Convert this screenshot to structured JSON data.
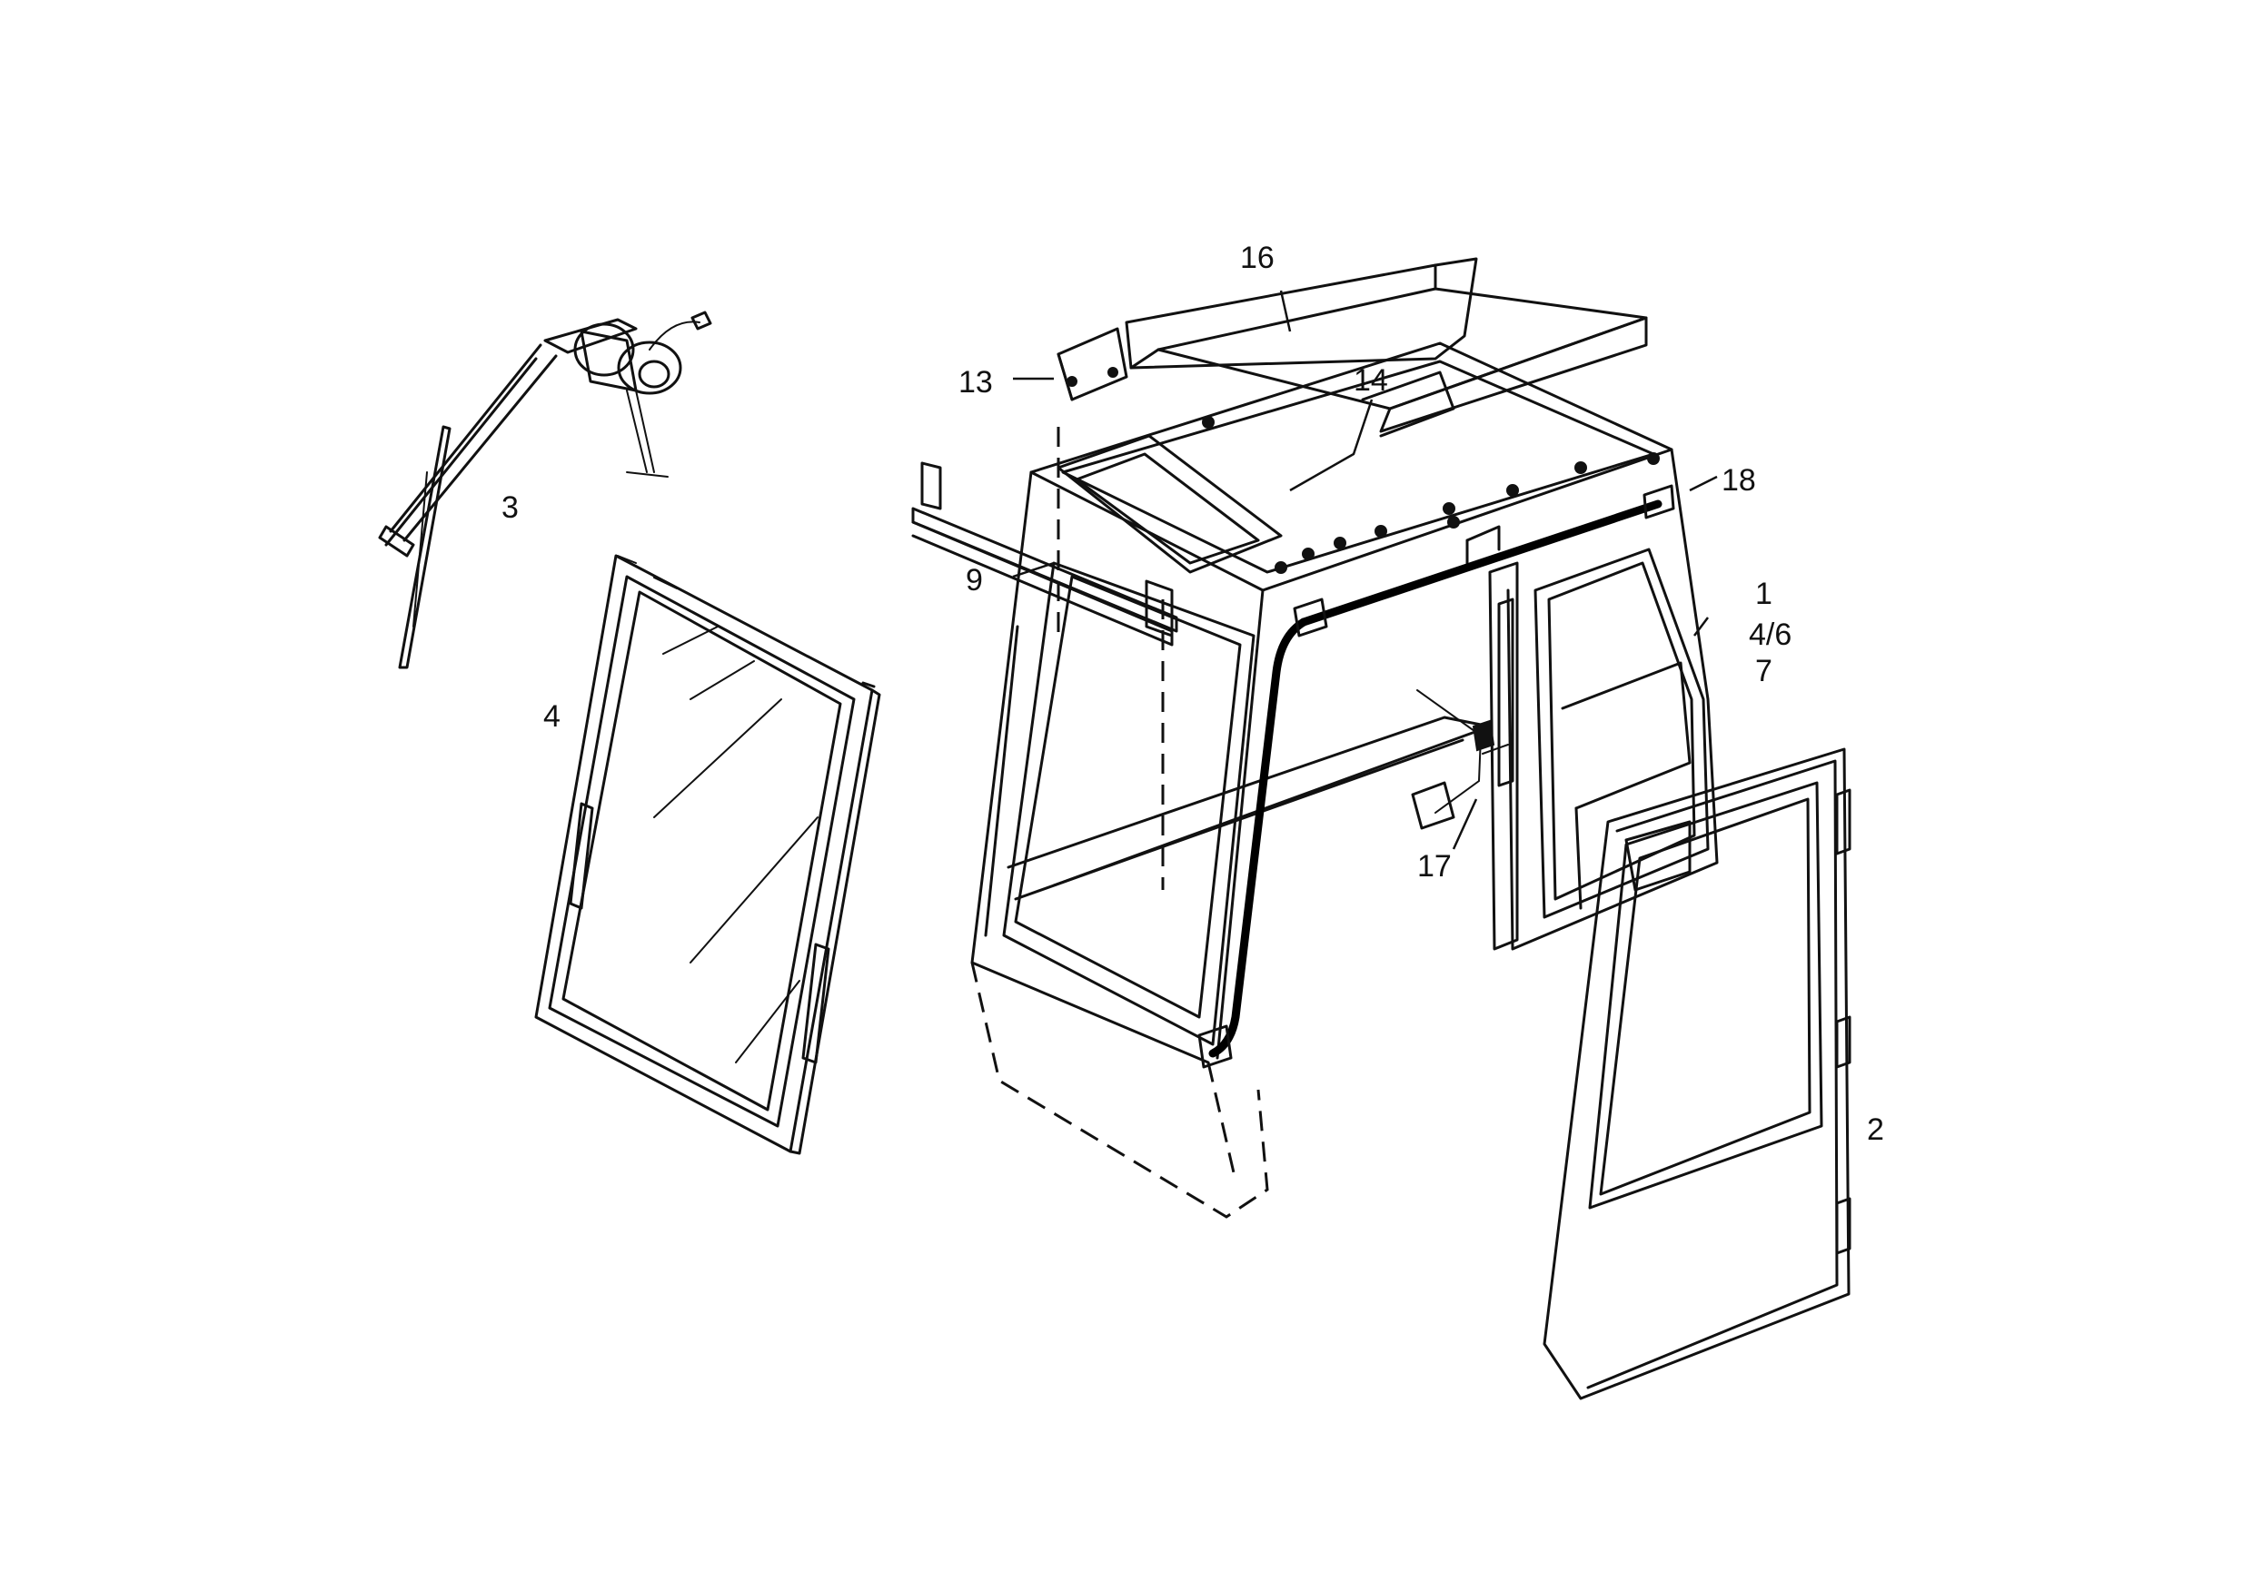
{
  "labels": {
    "p1": "1",
    "p2": "2",
    "p3": "3",
    "p4_glass": "4",
    "p4_6": "4/6",
    "p7": "7",
    "p9": "9",
    "p13": "13",
    "p14": "14",
    "p16": "16",
    "p17": "17",
    "p18": "18"
  }
}
